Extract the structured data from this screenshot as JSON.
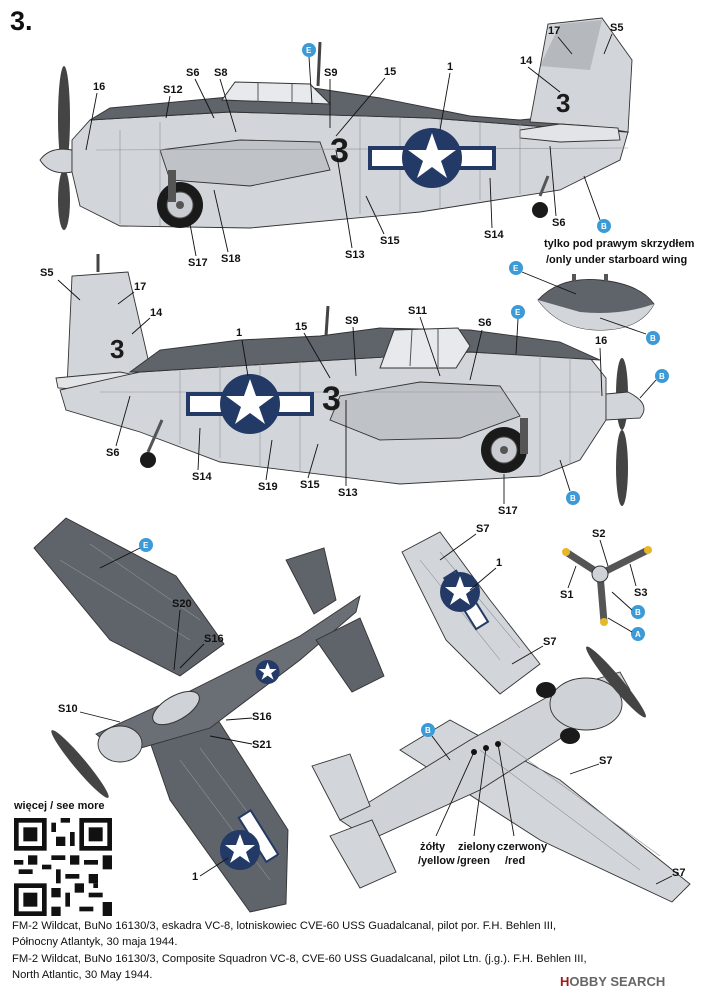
{
  "sheet_number": "3.",
  "note_starboard": [
    "tylko pod prawym skrzydłem",
    "/only under starboard wing"
  ],
  "fuselage_number": "3",
  "callouts": {
    "n1": "1",
    "n14": "14",
    "n15": "15",
    "n16": "16",
    "n17": "17",
    "S1": "S1",
    "S2": "S2",
    "S3": "S3",
    "S5": "S5",
    "S6": "S6",
    "S7": "S7",
    "S8": "S8",
    "S9": "S9",
    "S10": "S10",
    "S11": "S11",
    "S12": "S12",
    "S13": "S13",
    "S14": "S14",
    "S15": "S15",
    "S16": "S16",
    "S17": "S17",
    "S18": "S18",
    "S19": "S19",
    "S20": "S20",
    "S21": "S21"
  },
  "color_codes": {
    "A": "A",
    "B": "B",
    "E": "E"
  },
  "stripe_labels": [
    {
      "pl": "żółty",
      "en": "/yellow"
    },
    {
      "pl": "zielony",
      "en": "/green"
    },
    {
      "pl": "czerwony",
      "en": "/red"
    }
  ],
  "see_more": "więcej / see more",
  "caption": [
    "FM-2 Wildcat, BuNo 16130/3, eskadra   VC-8, lotniskowiec CVE-60 USS Guadalcanal, pilot por. F.H. Behlen III,",
    "Północny Atlantyk, 30 maja 1944.",
    "FM-2 Wildcat, BuNo 16130/3, Composite Squadron VC-8, CVE-60 USS Guadalcanal, pilot Ltn. (j.g.). F.H. Behlen III,",
    "North Atlantic, 30 May 1944."
  ],
  "watermark": {
    "prefix": "H",
    "rest": "OBBY SEARCH"
  },
  "colors": {
    "dark_gray": "#5f636a",
    "light_gray": "#d2d5d9",
    "insignia_blue": "#233a66",
    "accent_blue": "#3c9bd6",
    "yellow": "#e3b82b"
  }
}
